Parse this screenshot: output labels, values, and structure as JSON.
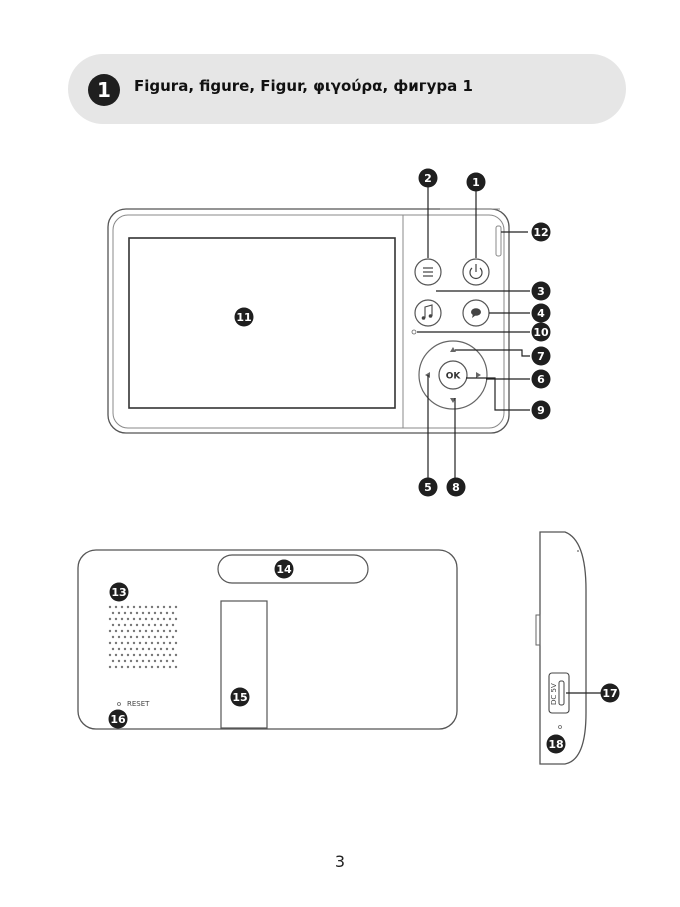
{
  "header": {
    "number": "1",
    "title": "Figura, figure, Figur, φιγούρα, фигура 1"
  },
  "device": {
    "ok_label": "OK",
    "reset_label": "RESET",
    "dc_label": "DC 5V"
  },
  "callouts": [
    "1",
    "2",
    "3",
    "4",
    "5",
    "6",
    "7",
    "8",
    "9",
    "10",
    "11",
    "12",
    "13",
    "14",
    "15",
    "16",
    "17",
    "18"
  ],
  "icons": {
    "menu": "menu-icon",
    "power": "power-icon",
    "music": "music-note-icon",
    "talk": "speech-bubble-icon",
    "up": "arrow-up-icon",
    "down": "arrow-down-icon",
    "left": "arrow-left-icon",
    "right": "arrow-right-icon"
  },
  "page_number": "3"
}
